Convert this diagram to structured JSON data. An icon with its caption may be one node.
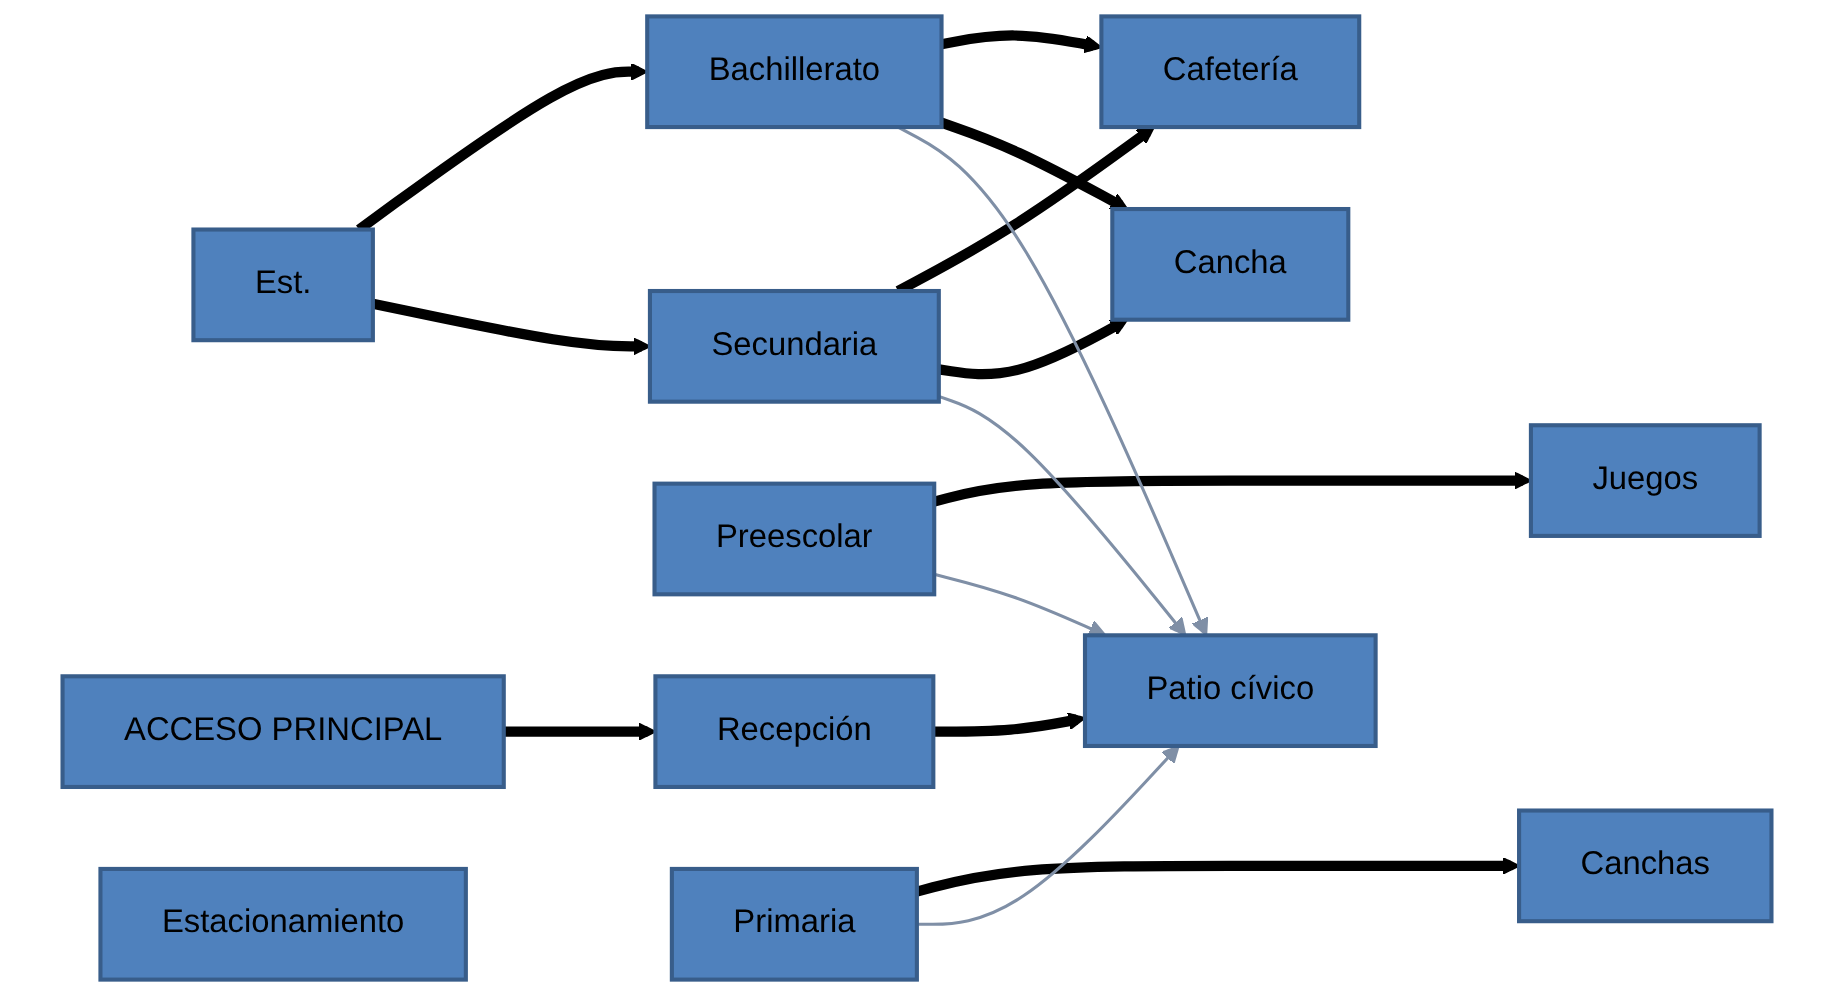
{
  "diagram": {
    "nodes": [
      {
        "text": [
          "ACCESO PRINCIPAL"
        ]
      },
      {
        "text": [
          "Bachillerato"
        ]
      },
      {
        "text": [
          "Recepción"
        ]
      },
      {
        "text": [
          "Preescolar"
        ]
      },
      {
        "text": [
          "Juegos"
        ]
      },
      {
        "text": [
          "Est."
        ]
      },
      {
        "text": [
          "Cafetería"
        ]
      },
      {
        "text": [
          "Cancha"
        ]
      },
      {
        "text": [
          "Estacionamiento"
        ]
      },
      {
        "text": [
          "Secundaria"
        ]
      },
      {
        "text": [
          "Patio cívico"
        ]
      },
      {
        "text": [
          "Primaria"
        ]
      },
      {
        "text": [
          "Canchas"
        ]
      }
    ],
    "edges": [
      {
        "from": 0,
        "to": 2,
        "arrow": "to"
      },
      {
        "from": 2,
        "to": 10,
        "arrow": "to"
      },
      {
        "from": 5,
        "to": 1,
        "arrow": "to"
      },
      {
        "from": 5,
        "to": 9,
        "arrow": "to"
      },
      {
        "from": 1,
        "to": 6,
        "arrow": "to"
      },
      {
        "from": 1,
        "to": 7,
        "arrow": "to"
      },
      {
        "from": 9,
        "to": 6,
        "arrow": "to"
      },
      {
        "from": 9,
        "to": 7,
        "arrow": "to"
      },
      {
        "from": 3,
        "to": 4,
        "arrow": "to"
      },
      {
        "from": 11,
        "to": 12,
        "arrow": "to"
      },
      {
        "from": 1,
        "to": 10,
        "arrow": "to",
        "color": "#7f8fa6"
      },
      {
        "from": 3,
        "to": 10,
        "arrow": "to",
        "color": "#7f8fa6"
      },
      {
        "from": 9,
        "to": 10,
        "arrow": "to",
        "color": "#7f8fa6"
      },
      {
        "from": 11,
        "to": 10,
        "arrow": "to",
        "color": "#7f8fa6"
      }
    ]
  }
}
